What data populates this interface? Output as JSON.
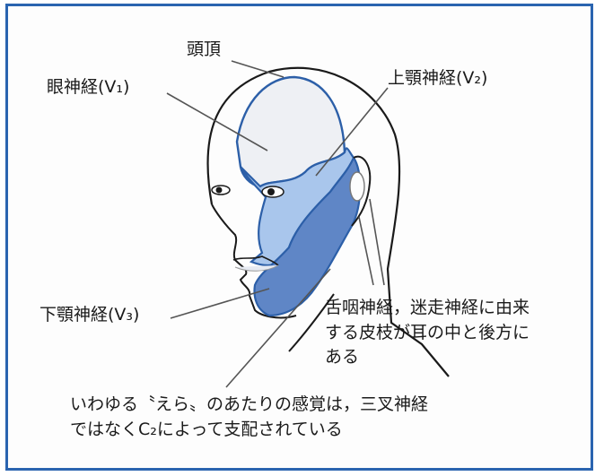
{
  "labels": {
    "vertex": "頭頂",
    "v1": "眼神経(V₁)",
    "v2": "上顎神経(V₂)",
    "v3": "下顎神経(V₃)",
    "ear_note_line1": "舌咽神経，迷走神経に由来",
    "ear_note_line2": "する皮枝が耳の中と後方に",
    "ear_note_line3": "ある",
    "jaw_note_line1": "いわゆる〝えら〟のあたりの感覚は，三叉神経",
    "jaw_note_line2": "ではなくC₂によって支配されている"
  },
  "colors": {
    "frame": "#2a64b0",
    "v1_region": "#eef0f4",
    "v2_region": "#a9c6ec",
    "v3_region": "#5f86c6",
    "region_outline": "#2c5fa8",
    "outline": "#1a1a1a"
  }
}
